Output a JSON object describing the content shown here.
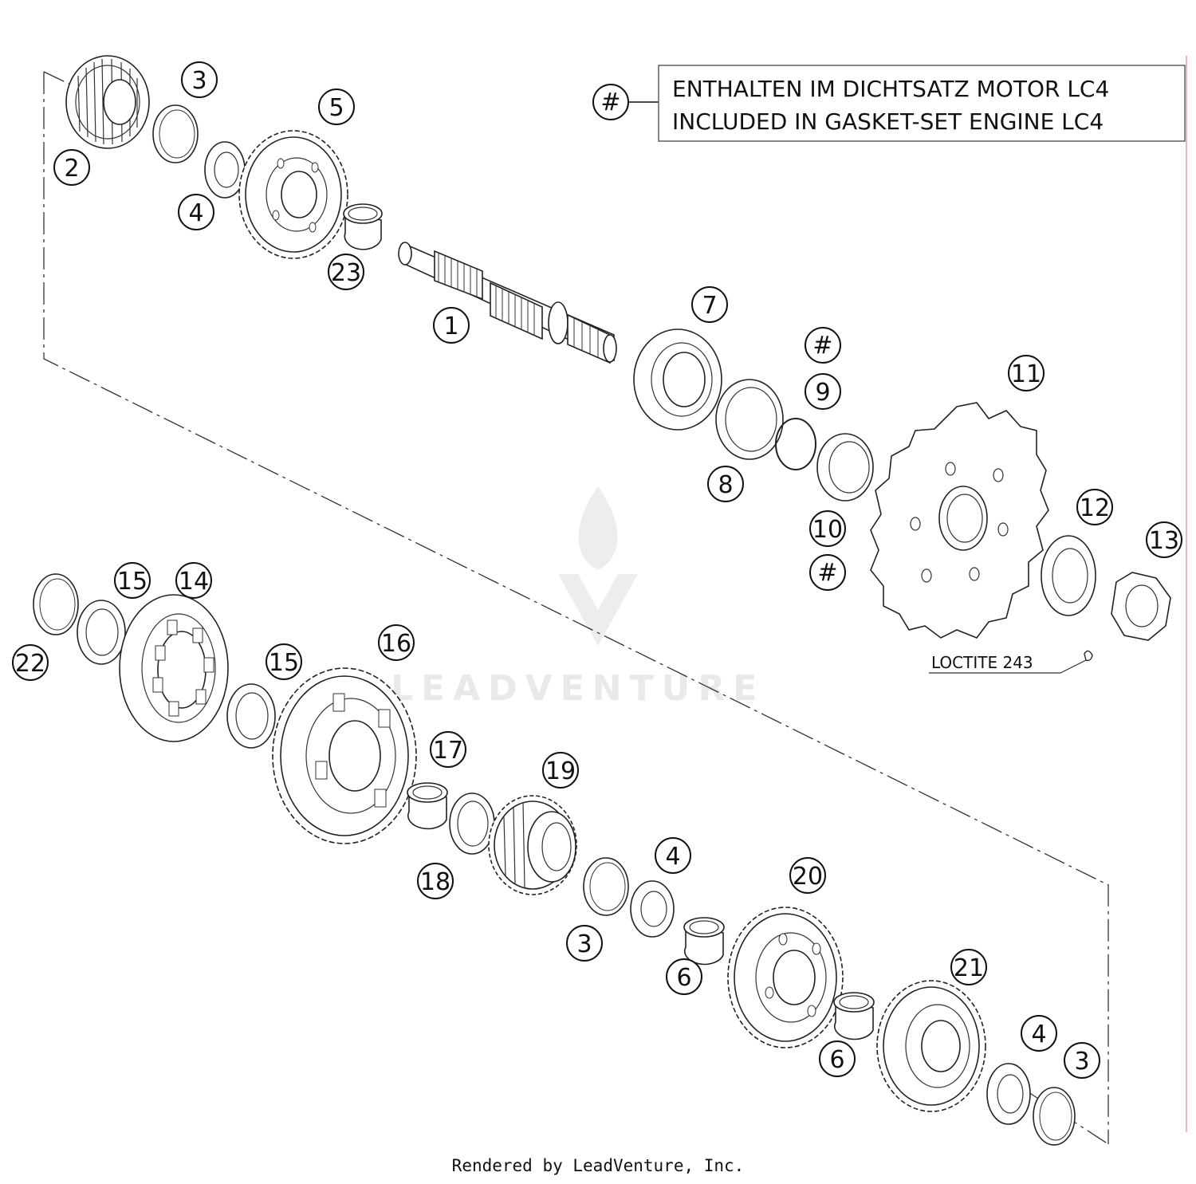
{
  "legend": {
    "symbol": "#",
    "line1": "ENTHALTEN IM DICHTSATZ MOTOR LC4",
    "line2": "INCLUDED IN GASKET-SET ENGINE LC4"
  },
  "note": "LOCTITE 243",
  "watermark": "LEADVENTURE",
  "footer": "Rendered by LeadVenture, Inc.",
  "callouts": {
    "c1": "1",
    "c2": "2",
    "c3a": "3",
    "c3b": "3",
    "c3c": "3",
    "c4a": "4",
    "c4b": "4",
    "c4c": "4",
    "c5": "5",
    "c6a": "6",
    "c6b": "6",
    "c7": "7",
    "c8": "8",
    "c9": "9",
    "c9hash": "#",
    "c10": "10",
    "c10hash": "#",
    "c11": "11",
    "c12": "12",
    "c13": "13",
    "c14": "14",
    "c15a": "15",
    "c15b": "15",
    "c16": "16",
    "c17": "17",
    "c18": "18",
    "c19": "19",
    "c20": "20",
    "c21": "21",
    "c22": "22",
    "c23": "23"
  }
}
